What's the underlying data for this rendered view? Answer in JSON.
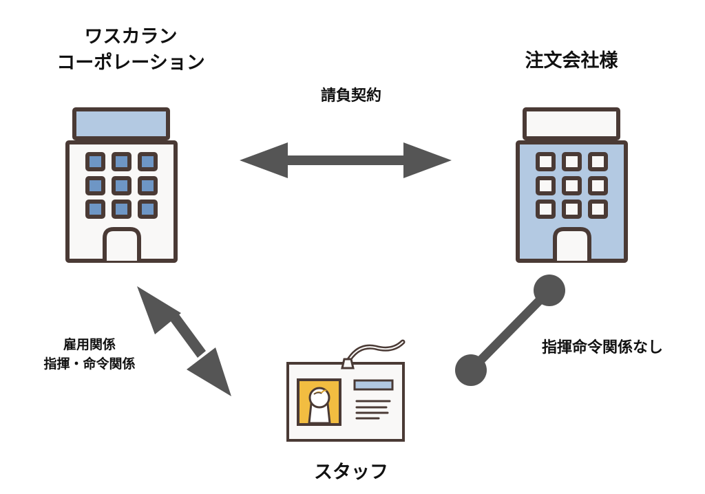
{
  "nodes": {
    "contractor": {
      "name_line1": "ワスカラン",
      "name_line2": "コーポレーション",
      "icon": "office-building-icon",
      "colors": {
        "sign": "#b3c9e2",
        "body": "#f9f8f7",
        "windows": "#6e96c5",
        "outline": "#4a3a35"
      }
    },
    "client": {
      "name": "注文会社様",
      "icon": "office-building-icon",
      "colors": {
        "sign": "#f9f8f7",
        "body": "#b3c9e2",
        "windows": "#f9f8f7",
        "outline": "#4a3a35"
      }
    },
    "staff": {
      "name": "スタッフ",
      "icon": "id-badge-icon",
      "colors": {
        "card": "#f9f8f7",
        "photo": "#f2bd41",
        "nameplate": "#b3c9e2",
        "outline": "#4a3a35"
      }
    }
  },
  "relations": {
    "contract": {
      "label": "請負契約",
      "type": "double-arrow"
    },
    "employment": {
      "label_line1": "雇用関係",
      "label_line2": "指揮・命令関係",
      "type": "double-arrow"
    },
    "no_command": {
      "label": "指揮命令関係なし",
      "type": "line-with-dots"
    }
  },
  "colors": {
    "connector": "#555555"
  }
}
